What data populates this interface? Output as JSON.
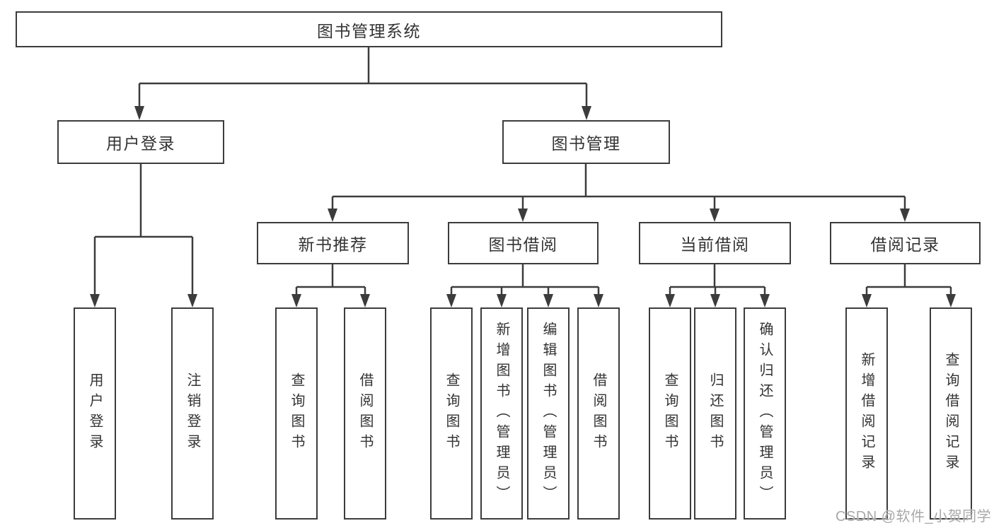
{
  "tree": {
    "root": {
      "label": "图书管理系统",
      "children": [
        {
          "label": "用户登录",
          "children": [
            {
              "label": "用户登录"
            },
            {
              "label": "注销登录"
            }
          ]
        },
        {
          "label": "图书管理",
          "children": [
            {
              "label": "新书推荐",
              "children": [
                {
                  "label": "查询图书"
                },
                {
                  "label": "借阅图书"
                }
              ]
            },
            {
              "label": "图书借阅",
              "children": [
                {
                  "label": "查询图书"
                },
                {
                  "label": "新增图书（管理员）"
                },
                {
                  "label": "编辑图书（管理员）"
                },
                {
                  "label": "借阅图书"
                }
              ]
            },
            {
              "label": "当前借阅",
              "children": [
                {
                  "label": "查询图书"
                },
                {
                  "label": "归还图书"
                },
                {
                  "label": "确认归还（管理员）"
                }
              ]
            },
            {
              "label": "借阅记录",
              "children": [
                {
                  "label": "新增借阅记录"
                },
                {
                  "label": "查询借阅记录"
                }
              ]
            }
          ]
        }
      ]
    }
  },
  "watermark": {
    "text": "CSDN @软件_小贺同学"
  },
  "colors": {
    "line": "#3c3c3c",
    "box_border": "#3c3c3c",
    "text": "#333333",
    "watermark": "#a8a8a8",
    "background": "#ffffff"
  }
}
